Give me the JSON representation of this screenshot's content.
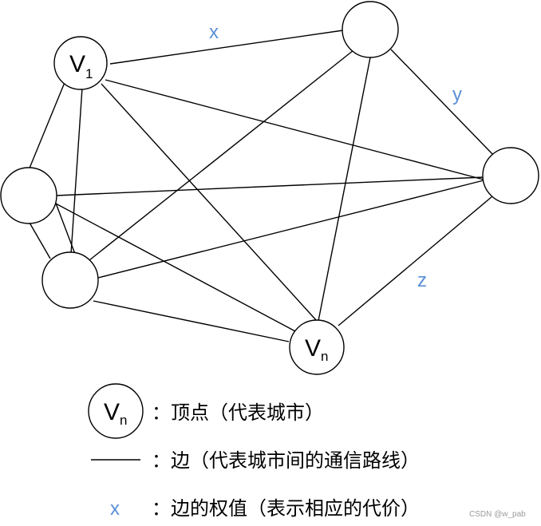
{
  "colors": {
    "weight_label": "#5b8fd6",
    "stroke": "#000000",
    "watermark": "#9a9a9a"
  },
  "nodes": {
    "v1": {
      "main": "V",
      "sub": "1"
    },
    "vn": {
      "main": "V",
      "sub": "n"
    }
  },
  "weights": {
    "x": "x",
    "y": "y",
    "z": "z"
  },
  "legend": {
    "vertex": {
      "symbol_main": "V",
      "symbol_sub": "n",
      "text": "：顶点（代表城市）"
    },
    "edge": {
      "text": "：边（代表城市间的通信路线）"
    },
    "weight": {
      "symbol": "x",
      "text": "：边的权值（表示相应的代价）"
    }
  },
  "watermark": "CSDN @w_pab"
}
